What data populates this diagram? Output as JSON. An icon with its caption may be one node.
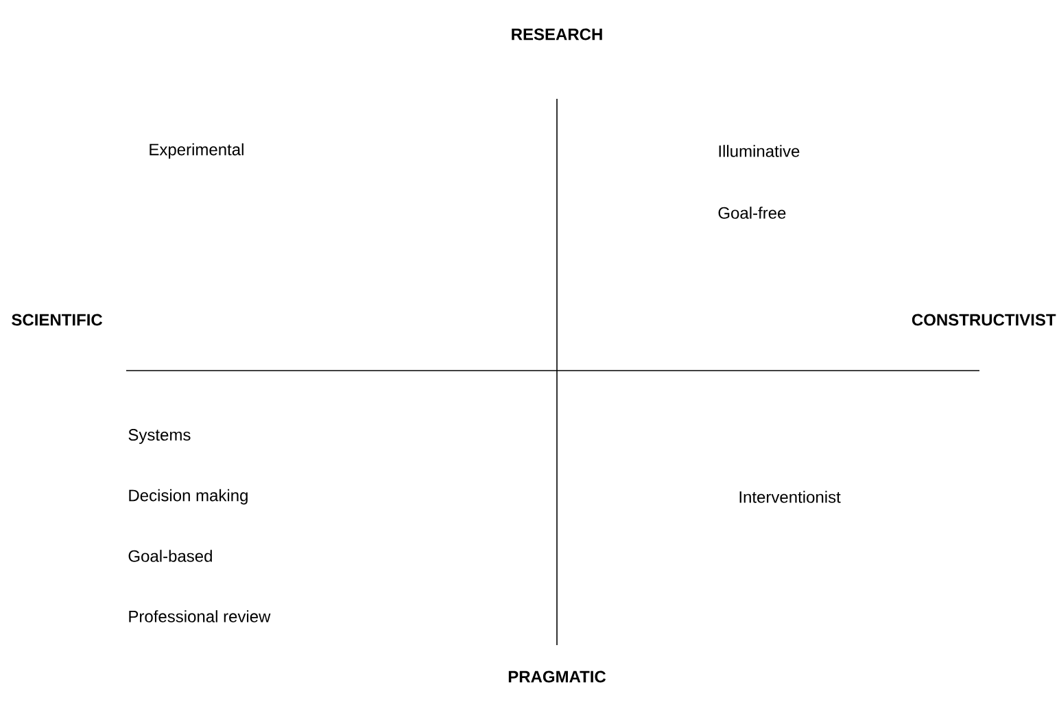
{
  "diagram": {
    "labels": [
      "RESEARCH",
      "Experimental",
      "Illuminative",
      "Goal-free",
      "SCIENTIFIC",
      "CONSTRUCTIVIST",
      "Systems",
      "Decision making",
      "Interventionist",
      "Goal-based",
      "Professional review",
      "PRAGMATIC"
    ]
  }
}
